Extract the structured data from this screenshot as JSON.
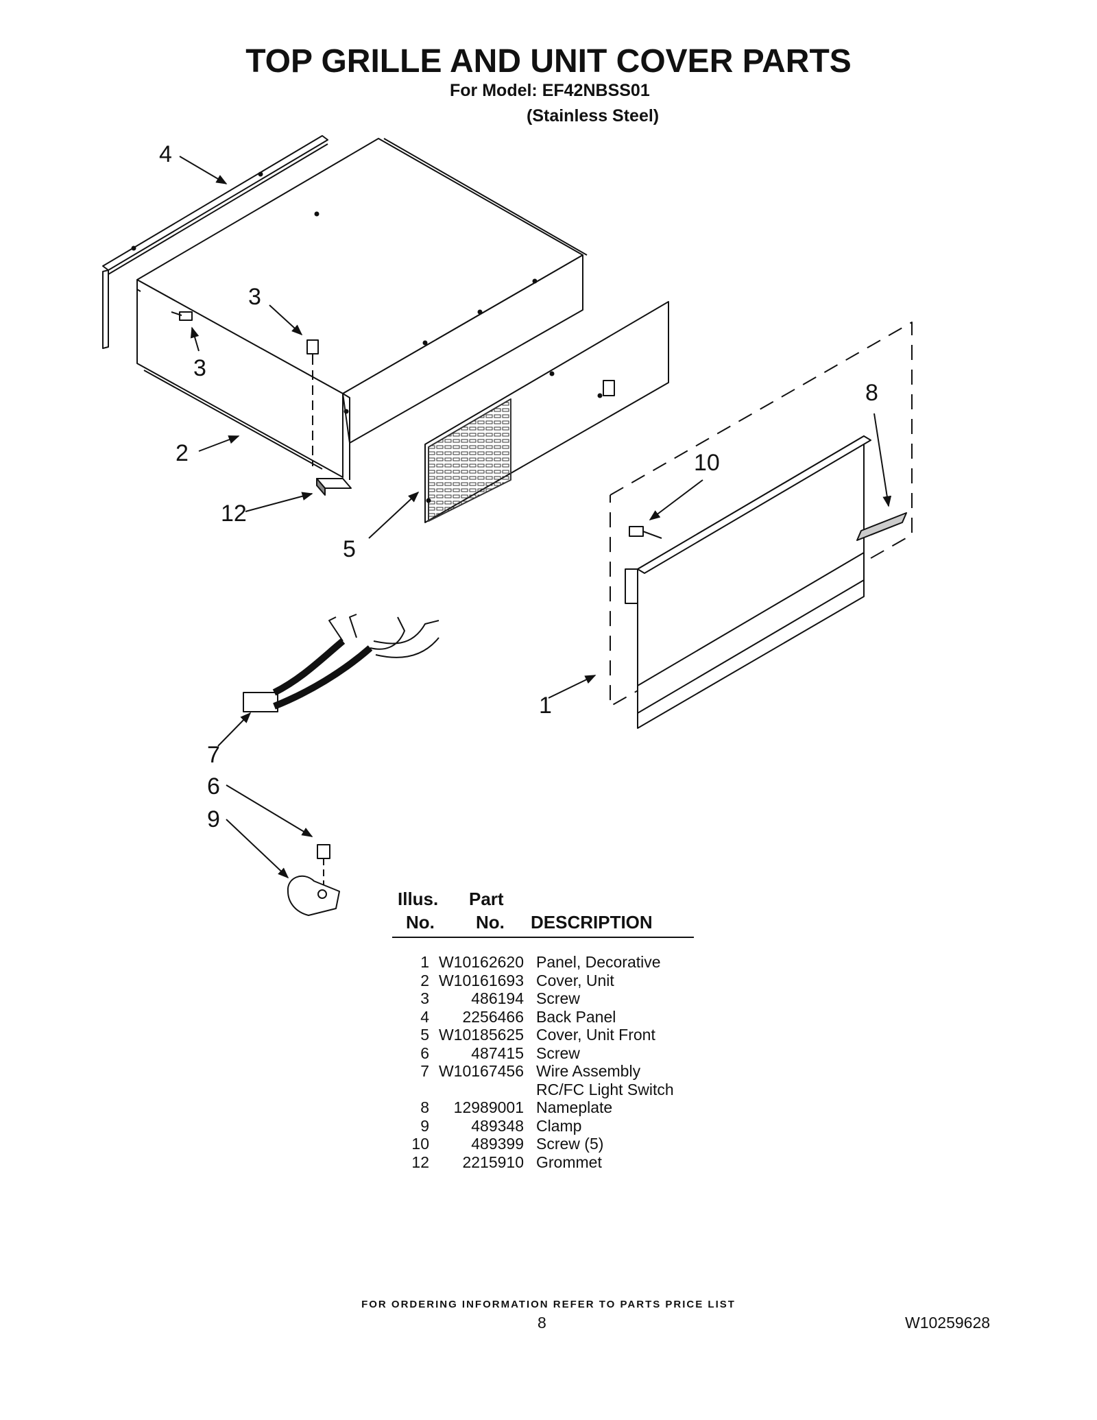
{
  "header": {
    "title": "TOP GRILLE AND UNIT COVER PARTS",
    "model": "For Model: EF42NBSS01",
    "finish": "(Stainless Steel)"
  },
  "diagram": {
    "callouts": [
      "4",
      "3",
      "3",
      "2",
      "12",
      "5",
      "8",
      "10",
      "1",
      "7",
      "6",
      "9"
    ]
  },
  "parts_table": {
    "headers": {
      "illus_1": "Illus.",
      "illus_2": "No.",
      "part_1": "Part",
      "part_2": "No.",
      "description": "DESCRIPTION"
    },
    "rows": [
      {
        "illus": "1",
        "part": "W10162620",
        "description": "Panel, Decorative"
      },
      {
        "illus": "2",
        "part": "W10161693",
        "description": "Cover, Unit"
      },
      {
        "illus": "3",
        "part": "486194",
        "description": "Screw"
      },
      {
        "illus": "4",
        "part": "2256466",
        "description": "Back Panel"
      },
      {
        "illus": "5",
        "part": "W10185625",
        "description": "Cover, Unit Front"
      },
      {
        "illus": "6",
        "part": "487415",
        "description": "Screw"
      },
      {
        "illus": "7",
        "part": "W10167456",
        "description": "Wire Assembly"
      },
      {
        "illus": "",
        "part": "",
        "description": "RC/FC Light Switch"
      },
      {
        "illus": "8",
        "part": "12989001",
        "description": "Nameplate"
      },
      {
        "illus": "9",
        "part": "489348",
        "description": "Clamp"
      },
      {
        "illus": "10",
        "part": "489399",
        "description": "Screw (5)"
      },
      {
        "illus": "12",
        "part": "2215910",
        "description": "Grommet"
      }
    ]
  },
  "footer": {
    "ordering_note": "FOR ORDERING INFORMATION REFER TO PARTS PRICE LIST",
    "page_number": "8",
    "document_number": "W10259628"
  }
}
